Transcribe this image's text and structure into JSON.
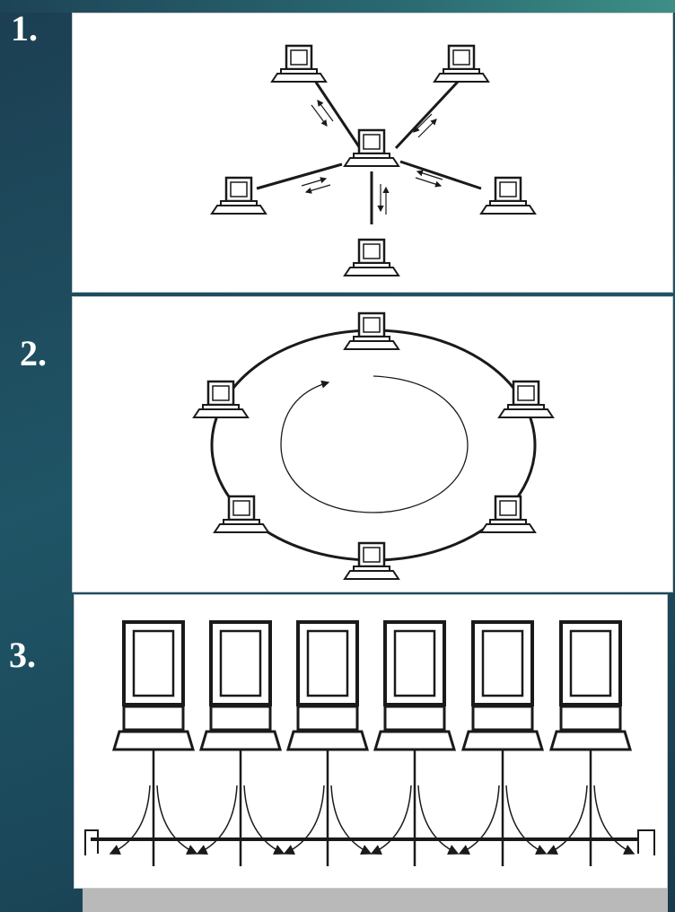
{
  "labels": {
    "one": "1.",
    "two": "2.",
    "three": "3."
  },
  "colors": {
    "background": "#1f5566",
    "panel": "#ffffff",
    "ink": "#1a1a1a"
  },
  "diagrams": [
    {
      "topology": "star",
      "computers": 6
    },
    {
      "topology": "ring",
      "computers": 6
    },
    {
      "topology": "bus",
      "computers": 6
    }
  ]
}
